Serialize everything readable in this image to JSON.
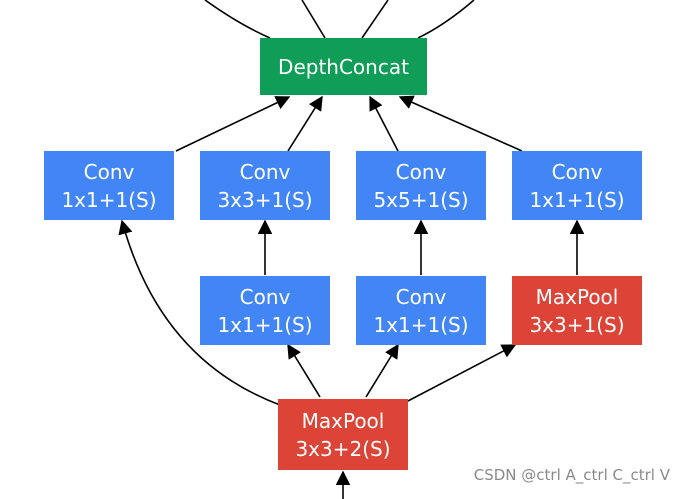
{
  "nodes": {
    "depth_concat": {
      "label": "DepthConcat"
    },
    "conv_1x1_left": {
      "line1": "Conv",
      "line2": "1x1+1(S)"
    },
    "conv_3x3": {
      "line1": "Conv",
      "line2": "3x3+1(S)"
    },
    "conv_5x5": {
      "line1": "Conv",
      "line2": "5x5+1(S)"
    },
    "conv_1x1_right": {
      "line1": "Conv",
      "line2": "1x1+1(S)"
    },
    "conv_1x1_reduce_3x3": {
      "line1": "Conv",
      "line2": "1x1+1(S)"
    },
    "conv_1x1_reduce_5x5": {
      "line1": "Conv",
      "line2": "1x1+1(S)"
    },
    "maxpool_3x3_s1": {
      "line1": "MaxPool",
      "line2": "3x3+1(S)"
    },
    "maxpool_3x3_s2": {
      "line1": "MaxPool",
      "line2": "3x3+2(S)"
    }
  },
  "watermark": "CSDN @ctrl A_ctrl C_ctrl V",
  "colors": {
    "concat": "#0f9d58",
    "conv": "#4285f4",
    "pool": "#db4437",
    "edge": "#000000"
  }
}
